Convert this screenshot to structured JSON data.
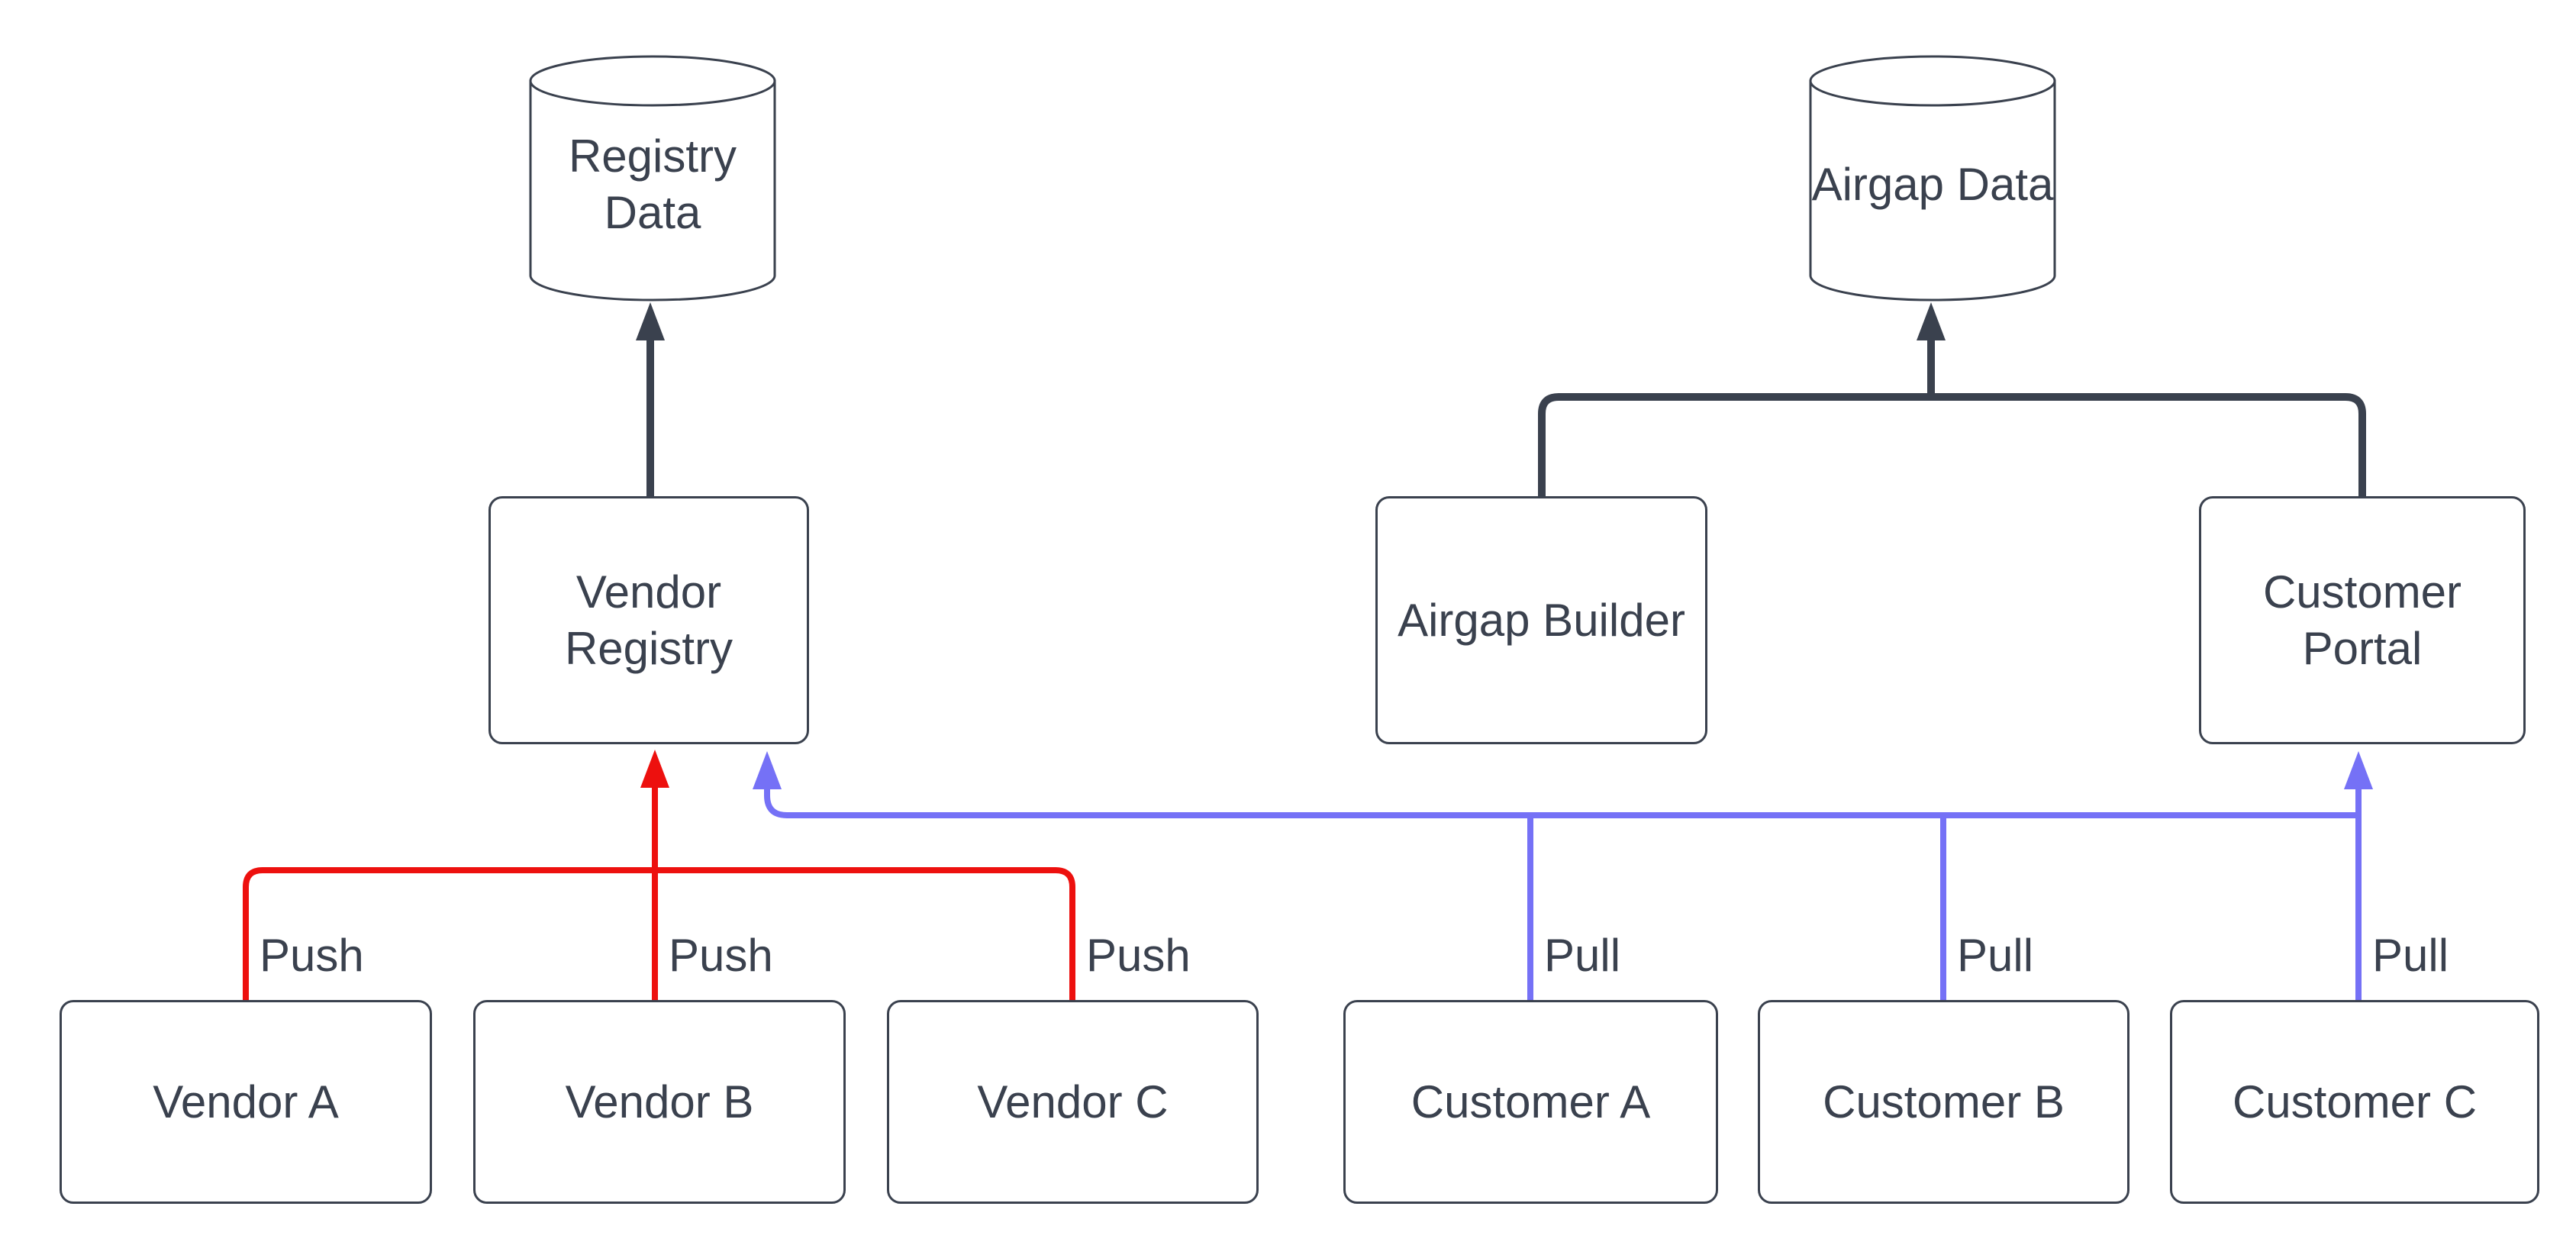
{
  "diagram": {
    "colors": {
      "edge_dark": "#3a414e",
      "edge_push_red": "#ed100e",
      "edge_pull_blue": "#7571f6",
      "text": "#3a414e",
      "node_fill": "#ffffff",
      "background": "#ffffff"
    },
    "nodes": {
      "registry_data": {
        "label": "Registry Data",
        "shape": "cylinder"
      },
      "airgap_data": {
        "label": "Airgap Data",
        "shape": "cylinder"
      },
      "vendor_registry": {
        "label": "Vendor Registry",
        "shape": "rounded-rect"
      },
      "airgap_builder": {
        "label": "Airgap Builder",
        "shape": "rounded-rect"
      },
      "customer_portal": {
        "label": "Customer Portal",
        "shape": "rounded-rect"
      },
      "vendor_a": {
        "label": "Vendor A",
        "shape": "rounded-rect"
      },
      "vendor_b": {
        "label": "Vendor B",
        "shape": "rounded-rect"
      },
      "vendor_c": {
        "label": "Vendor C",
        "shape": "rounded-rect"
      },
      "customer_a": {
        "label": "Customer A",
        "shape": "rounded-rect"
      },
      "customer_b": {
        "label": "Customer B",
        "shape": "rounded-rect"
      },
      "customer_c": {
        "label": "Customer C",
        "shape": "rounded-rect"
      }
    },
    "edges": [
      {
        "from": "Vendor Registry",
        "to": "Registry Data",
        "label": "",
        "style": "dark-arrow"
      },
      {
        "from": "Airgap Builder",
        "to": "Airgap Data",
        "label": "",
        "style": "dark-arrow"
      },
      {
        "from": "Customer Portal",
        "to": "Airgap Data",
        "label": "",
        "style": "dark-arrow"
      },
      {
        "from": "Vendor A",
        "to": "Vendor Registry",
        "label": "Push",
        "style": "red-arrow"
      },
      {
        "from": "Vendor B",
        "to": "Vendor Registry",
        "label": "Push",
        "style": "red-arrow"
      },
      {
        "from": "Vendor C",
        "to": "Vendor Registry",
        "label": "Push",
        "style": "red-arrow"
      },
      {
        "from": "Customer A",
        "to": "Vendor Registry",
        "label": "Pull",
        "style": "blue-arrow"
      },
      {
        "from": "Customer B",
        "to": "Vendor Registry",
        "label": "Pull",
        "style": "blue-arrow"
      },
      {
        "from": "Customer C",
        "to": "Customer Portal",
        "label": "Pull",
        "style": "blue-arrow"
      }
    ]
  }
}
